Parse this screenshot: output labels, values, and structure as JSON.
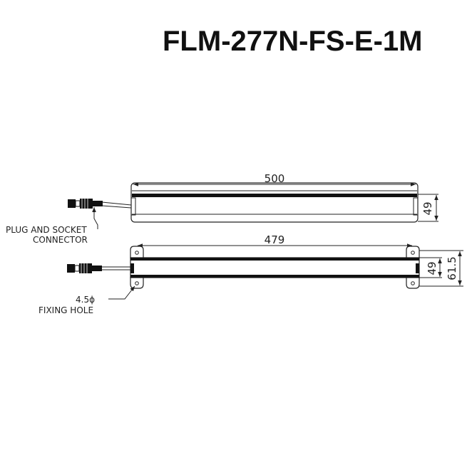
{
  "title": "FLM-277N-FS-E-1M",
  "top_view": {
    "length_label": "500",
    "height_label": "49",
    "connector_note_line1": "PLUG AND SOCKET",
    "connector_note_line2": "CONNECTOR"
  },
  "bottom_view": {
    "length_label": "479",
    "height_label": "49",
    "overall_height_label": "61.5",
    "hole_note_line1": "4.5ϕ",
    "hole_note_line2": "FIXING HOLE"
  },
  "colors": {
    "line": "#222222",
    "body": "#111111"
  }
}
